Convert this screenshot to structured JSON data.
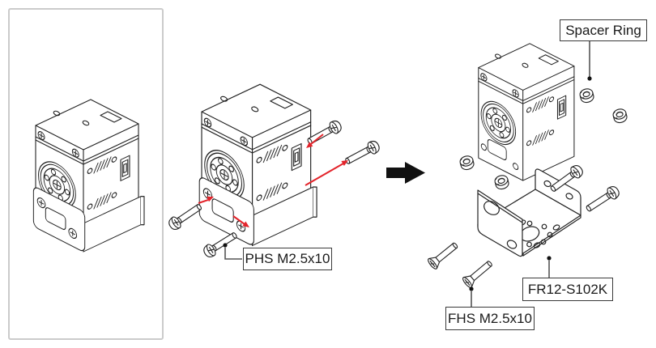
{
  "labels": {
    "spacer_ring": "Spacer Ring",
    "phs_screw": "PHS M2.5x10",
    "fhs_screw": "FHS M2.5x10",
    "bracket_model": "FR12-S102K"
  },
  "colors": {
    "red_arrow": "#E3242B",
    "step_arrow": "#111111",
    "outline": "#222222",
    "panel_border": "#CBCBCB",
    "label_border": "#3A3A3A"
  }
}
